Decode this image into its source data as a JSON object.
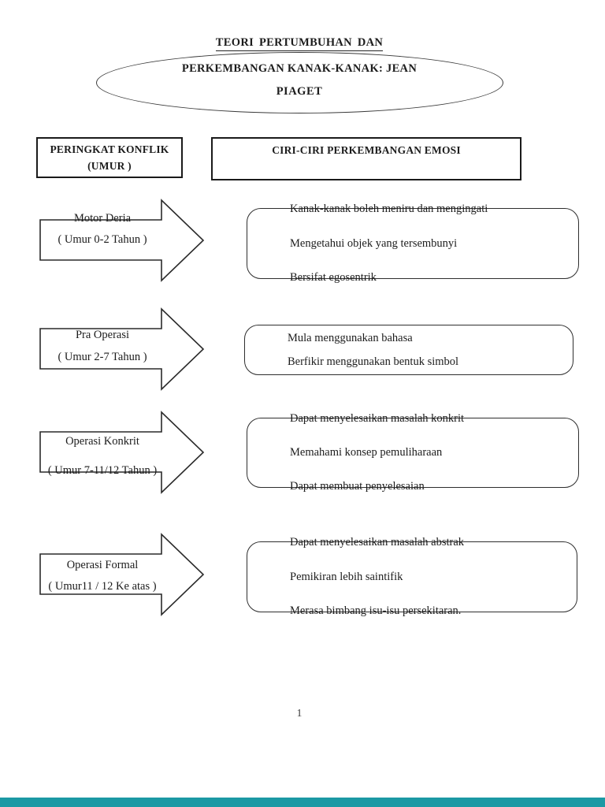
{
  "page": {
    "title_line1": "TEORI PERTUMBUHAN DAN",
    "title_line2": "PERKEMBANGAN KANAK-KANAK: JEAN",
    "title_line3": "PIAGET",
    "page_number": "1"
  },
  "headers": {
    "left_line1": "PERINGKAT KONFLIK",
    "left_line2": "(UMUR )",
    "right": "CIRI-CIRI PERKEMBANGAN EMOSI"
  },
  "stages": [
    {
      "name": "Motor Deria",
      "age": "( Umur 0-2 Tahun )",
      "traits": [
        "Kanak-kanak boleh meniru dan mengingati",
        "Mengetahui objek yang tersembunyi",
        "Bersifat egosentrik"
      ]
    },
    {
      "name": "Pra Operasi",
      "age": "( Umur 2-7 Tahun )",
      "traits": [
        "Mula menggunakan bahasa",
        "Berfikir menggunakan bentuk simbol"
      ]
    },
    {
      "name": "Operasi Konkrit",
      "age": "( Umur 7-11/12 Tahun )",
      "traits": [
        "Dapat menyelesaikan masalah konkrit",
        "Memahami konsep pemuliharaan",
        "Dapat membuat penyelesaian"
      ]
    },
    {
      "name": "Operasi Formal",
      "age": "( Umur11 / 12 Ke atas )",
      "traits": [
        "Dapat menyelesaikan masalah abstrak",
        "Pemikiran lebih saintifik",
        "Merasa bimbang isu-isu persekitaran."
      ]
    }
  ],
  "colors": {
    "footer_bar": "#1b99a4",
    "ink": "#1c1c1c",
    "paper": "#ffffff"
  }
}
